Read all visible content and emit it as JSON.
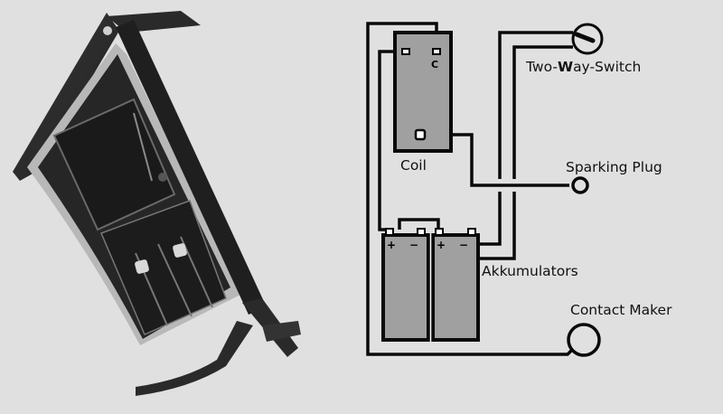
{
  "photo": {
    "description": "Photograph of ignition battery box mounted on vehicle frame"
  },
  "diagram": {
    "components": {
      "coil": {
        "label": "Coil",
        "terminal_label": "C"
      },
      "two_way_switch": {
        "label_part1": "Two-",
        "label_bold": "W",
        "label_part2": "ay-Switch"
      },
      "sparking_plug": {
        "label": "Sparking Plug"
      },
      "akkumulators": {
        "label": "Akkumulators",
        "plus": "+",
        "minus": "−"
      },
      "contact_maker": {
        "label": "Contact Maker"
      }
    },
    "colors": {
      "background": "#e0e0e0",
      "wire": "#0a0a0a",
      "component_fill": "#a0a0a0"
    }
  }
}
